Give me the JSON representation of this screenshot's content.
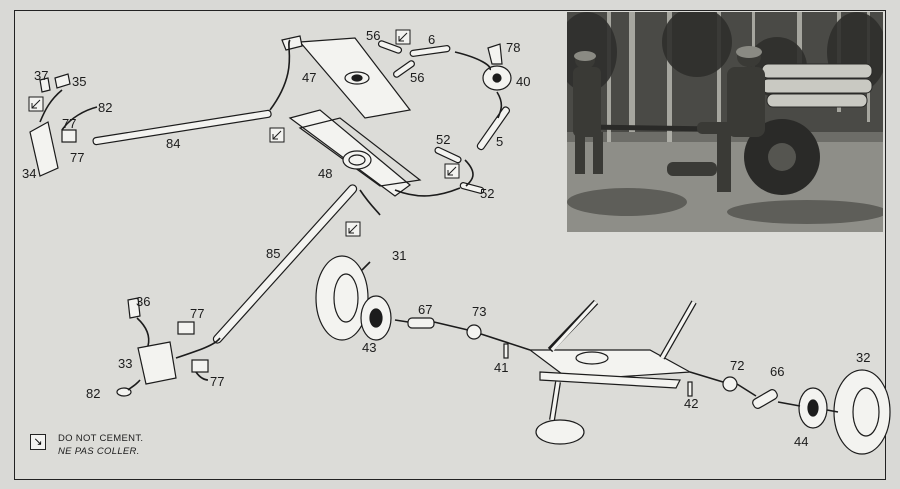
{
  "labels": {
    "p31": "31",
    "p32": "32",
    "p33": "33",
    "p34": "34",
    "p35": "35",
    "p36": "36",
    "p37": "37",
    "p40": "40",
    "p41": "41",
    "p42": "42",
    "p43": "43",
    "p44": "44",
    "p47": "47",
    "p48": "48",
    "p5": "5",
    "p6": "6",
    "p52a": "52",
    "p52b": "52",
    "p56a": "56",
    "p56b": "56",
    "p66": "66",
    "p67": "67",
    "p72": "72",
    "p73": "73",
    "p77a": "77",
    "p77b": "77",
    "p77c": "77",
    "p77d": "77",
    "p78": "78",
    "p82a": "82",
    "p82b": "82",
    "p84": "84",
    "p85": "85"
  },
  "legend": {
    "icon": "arrow-box-icon",
    "line_en": "DO NOT CEMENT.",
    "line_fr": "NE PAS COLLER."
  },
  "photo": {
    "subject": "photo-soldiers-with-gun"
  },
  "colors": {
    "paper": "#dcdcd8",
    "ink": "#1c1c1c",
    "photo_dark": "#2a2a28"
  }
}
